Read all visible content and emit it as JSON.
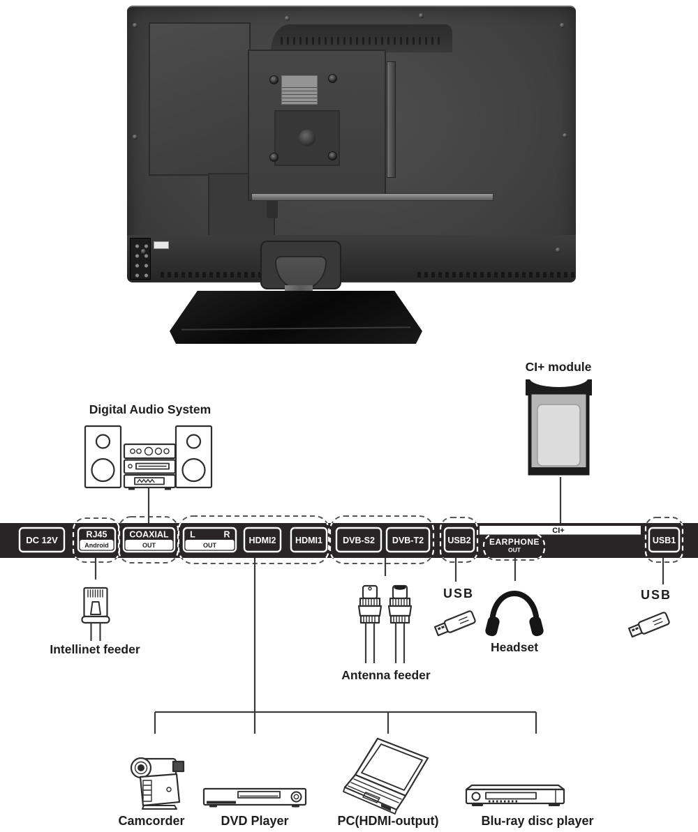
{
  "diagram": {
    "labels": {
      "digital_audio_system": "Digital Audio System",
      "ci_module": "CI+ module",
      "intellinet_feeder": "Intellinet feeder",
      "antenna_feeder": "Antenna feeder",
      "usb_left": "USB",
      "usb_right": "USB",
      "headset": "Headset",
      "camcorder": "Camcorder",
      "dvd_player": "DVD Player",
      "pc": "PC(HDMI-output)",
      "bluray": "Blu-ray disc player"
    },
    "ports": {
      "dc": "DC 12V",
      "rj45": "RJ45",
      "rj45_sub": "Android",
      "coaxial": "COAXIAL",
      "coaxial_sub": "OUT",
      "av_l": "L",
      "av_r": "R",
      "av_sub": "OUT",
      "hdmi2": "HDMI2",
      "hdmi1": "HDMI1",
      "dvbs2": "DVB-S2",
      "dvbt2": "DVB-T2",
      "usb2": "USB2",
      "ci": "CI+",
      "earphone": "EARPHONE",
      "earphone_sub": "OUT",
      "usb1": "USB1"
    },
    "colors": {
      "bar": "#292425",
      "line": "#3b3b3b",
      "label_text": "#1d1d1d"
    }
  }
}
